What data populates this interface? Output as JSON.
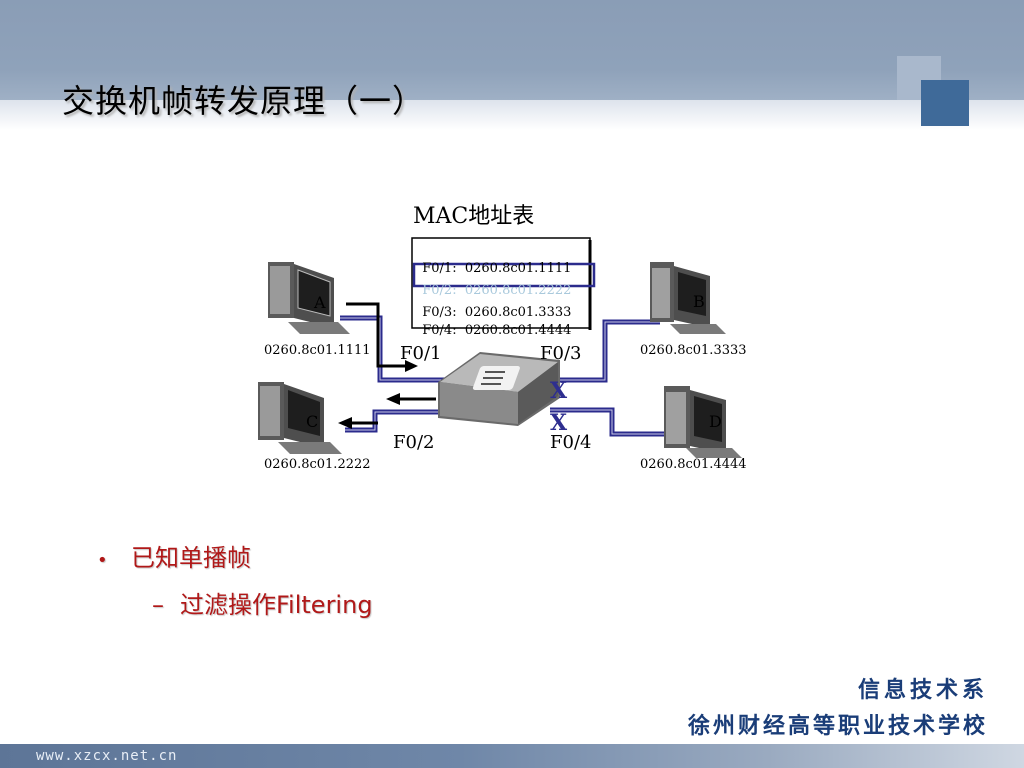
{
  "slide": {
    "title": "交换机帧转发原理（一）"
  },
  "diagram": {
    "mac_table_title": "MAC地址表",
    "mac_table_rows": [
      {
        "port": "F0/1:",
        "mac": "0260.8c01.1111"
      },
      {
        "port": "F0/2:",
        "mac": "0260.8c01.2222"
      },
      {
        "port": "F0/3:",
        "mac": "0260.8c01.3333"
      },
      {
        "port": "F0/4:",
        "mac": "0260.8c01.4444"
      }
    ],
    "hosts": {
      "a": {
        "letter": "A",
        "mac": "0260.8c01.1111"
      },
      "b": {
        "letter": "B",
        "mac": "0260.8c01.3333"
      },
      "c": {
        "letter": "C",
        "mac": "0260.8c01.2222"
      },
      "d": {
        "letter": "D",
        "mac": "0260.8c01.4444"
      }
    },
    "ports": {
      "p1": "F0/1",
      "p2": "F0/2",
      "p3": "F0/3",
      "p4": "F0/4"
    },
    "blocked_mark": "X",
    "link_color": "#2b2b8c"
  },
  "bullets": {
    "level1": "已知单播帧",
    "level2": "过滤操作Filtering",
    "bullet_glyph": "•",
    "dash_glyph": "–",
    "text_color": "#b01818"
  },
  "footer": {
    "department": "信息技术系",
    "school": "徐州财经高等职业技术学校",
    "url": "www.xzcx.net.cn"
  }
}
